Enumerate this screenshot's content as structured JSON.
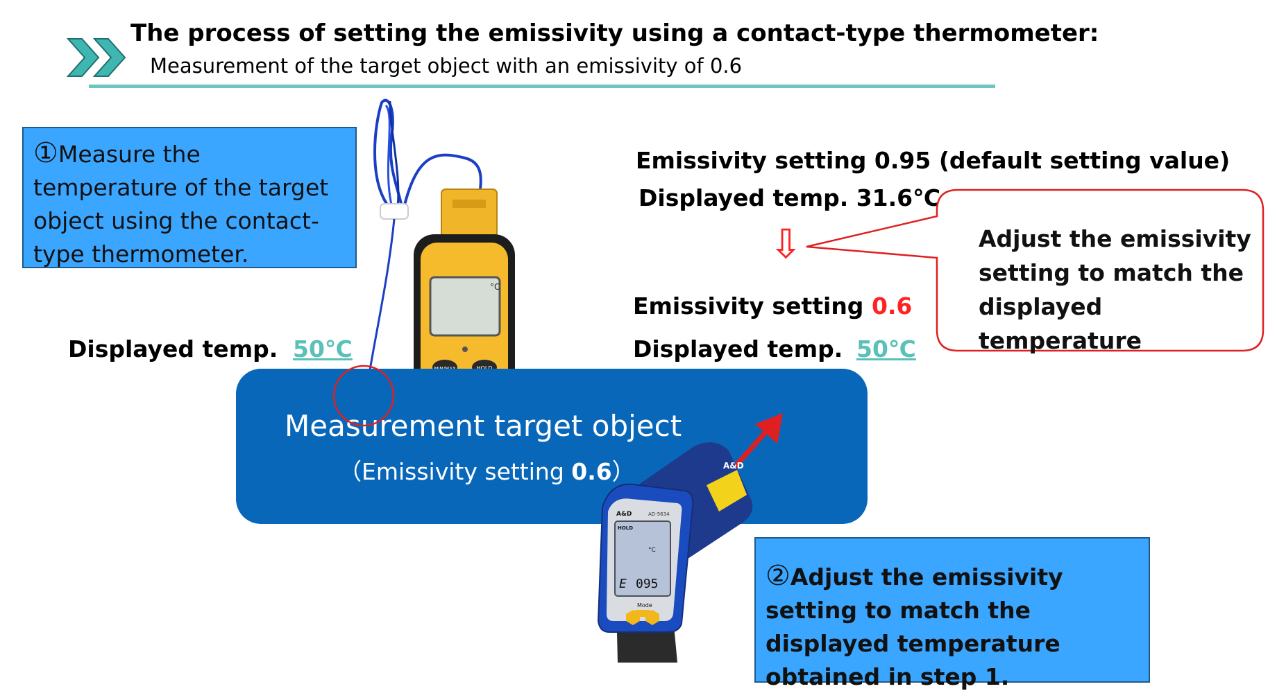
{
  "header": {
    "title": "The process of setting the emissivity using a contact-type thermometer:",
    "subtitle": "Measurement of the target object with an emissivity of 0.6"
  },
  "step1": {
    "number": "①",
    "text": "Measure the temperature of the target object using the contact-type thermometer."
  },
  "left_reading": {
    "label": "Displayed temp.",
    "value": "50℃"
  },
  "right_panel": {
    "default_setting": "Emissivity setting 0.95 (default setting value)",
    "default_temp": "Displayed temp. 31.6℃",
    "arrow_glyph": "⇩",
    "new_setting_label": "Emissivity setting",
    "new_setting_value": "0.6",
    "new_temp_label": "Displayed temp.",
    "new_temp_value": "50℃"
  },
  "callout": {
    "text": "Adjust the emissivity setting to match the displayed temperature"
  },
  "target": {
    "title": "Measurement target object",
    "sub_open": "（Emissivity setting ",
    "sub_value": "0.6",
    "sub_close": "）"
  },
  "step2": {
    "number": "②",
    "text": "Adjust the emissivity setting to match the displayed temperature obtained in step 1."
  },
  "thermometer": {
    "button_minmax": "MIN/MAX",
    "button_hold": "HOLD",
    "unit": "°C"
  },
  "ir_gun": {
    "brand": "A&D",
    "model": "AD-5634",
    "hold": "HOLD",
    "unit": "°C",
    "reading_prefix": "E",
    "reading": "095",
    "mode": "Mode"
  },
  "colors": {
    "accent_teal": "#6cc7c0",
    "step_box": "#3ba6ff",
    "target": "#0967b9",
    "red": "#ff2222"
  }
}
